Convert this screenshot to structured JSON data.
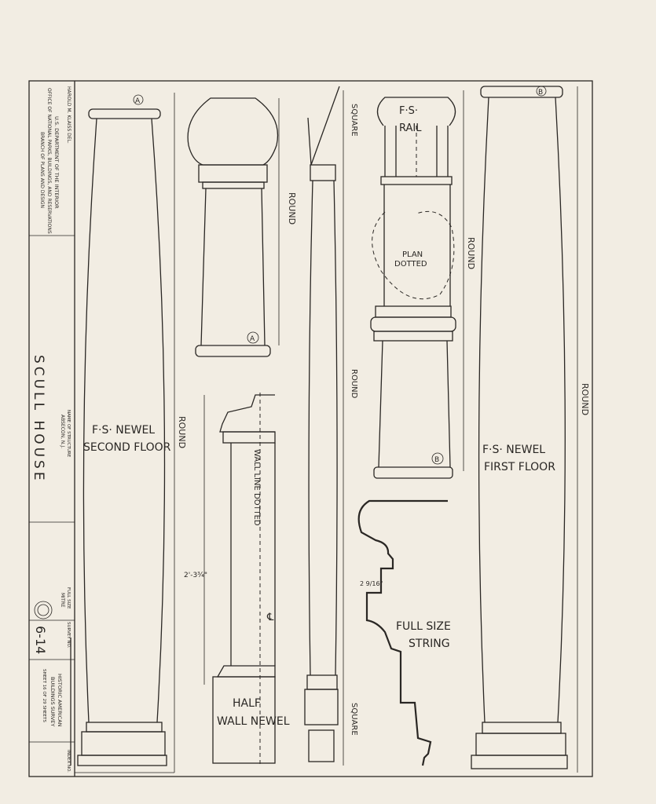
{
  "title_block": {
    "agency_line1": "U.S. DEPARTMENT OF THE INTERIOR",
    "agency_line2": "OFFICE OF NATIONAL PARKS, BUILDINGS, AND RESERVATIONS",
    "agency_line3": "BRANCH OF PLANS AND DESIGN",
    "delineator": "HAROLD M. KLAISS  DEL.",
    "structure_label": "NAME OF STRUCTURE",
    "structure_name": "SCULL HOUSE",
    "location": "ABSECON, N.J.",
    "scale_label": "FULL SIZE",
    "scale_detail": "MITRE",
    "survey_label": "SURVEY NO.",
    "survey_number": "6-14",
    "survey_title1": "HISTORIC AMERICAN",
    "survey_title2": "BUILDINGS SURVEY",
    "sheet_info": "SHEET 16 OF 29 SHEETS",
    "index_label": "INDEX NO."
  },
  "labels": {
    "newel_second_1": "F·S· NEWEL",
    "newel_second_2": "SECOND FLOOR",
    "newel_first_1": "F·S· NEWEL",
    "newel_first_2": "FIRST FLOOR",
    "rail_1": "F·S·",
    "rail_2": "RAIL",
    "plan_1": "PLAN",
    "plan_2": "DOTTED",
    "wall_line": "WALL LINE DOTTED",
    "half_1": "HALF",
    "half_2": "WALL NEWEL",
    "full_size_1": "FULL SIZE",
    "full_size_2": "STRING",
    "round": "ROUND",
    "square": "SQUARE",
    "dim_1": "2'-3¾\"",
    "dim_2": "2 9/16\"",
    "mark_a": "A",
    "mark_b": "B",
    "centerline": "℄"
  }
}
